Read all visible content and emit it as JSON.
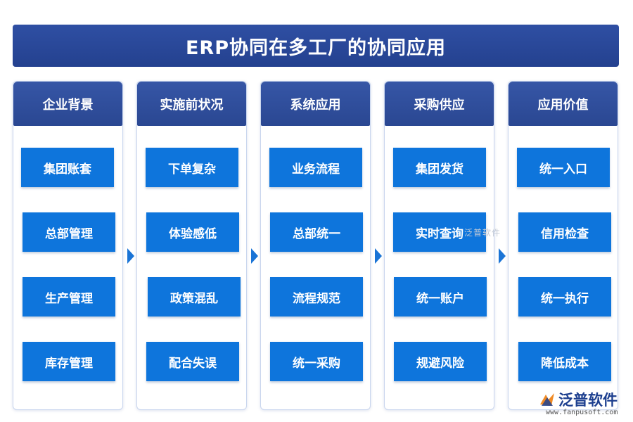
{
  "title": "ERP协同在多工厂的协同应用",
  "columns": [
    {
      "header": "企业背景",
      "items": [
        "集团账套",
        "总部管理",
        "生产管理",
        "库存管理"
      ]
    },
    {
      "header": "实施前状况",
      "items": [
        "下单复杂",
        "体验感低",
        "政策混乱",
        "配合失误"
      ]
    },
    {
      "header": "系统应用",
      "items": [
        "业务流程",
        "总部统一",
        "流程规范",
        "统一采购"
      ]
    },
    {
      "header": "采购供应",
      "items": [
        "集团发货",
        "实时查询",
        "统一账户",
        "规避风险"
      ]
    },
    {
      "header": "应用价值",
      "items": [
        "统一入口",
        "信用检查",
        "统一执行",
        "降低成本"
      ]
    }
  ],
  "watermark": {
    "center_text": "泛普软件",
    "brand_name": "泛普软件",
    "brand_url": "www.fanpusoft.com"
  },
  "colors": {
    "title_bg": "#2a4792",
    "header_bg": "#2f4e9c",
    "item_bg": "#0e75dc",
    "arrow": "#1a74d6"
  }
}
